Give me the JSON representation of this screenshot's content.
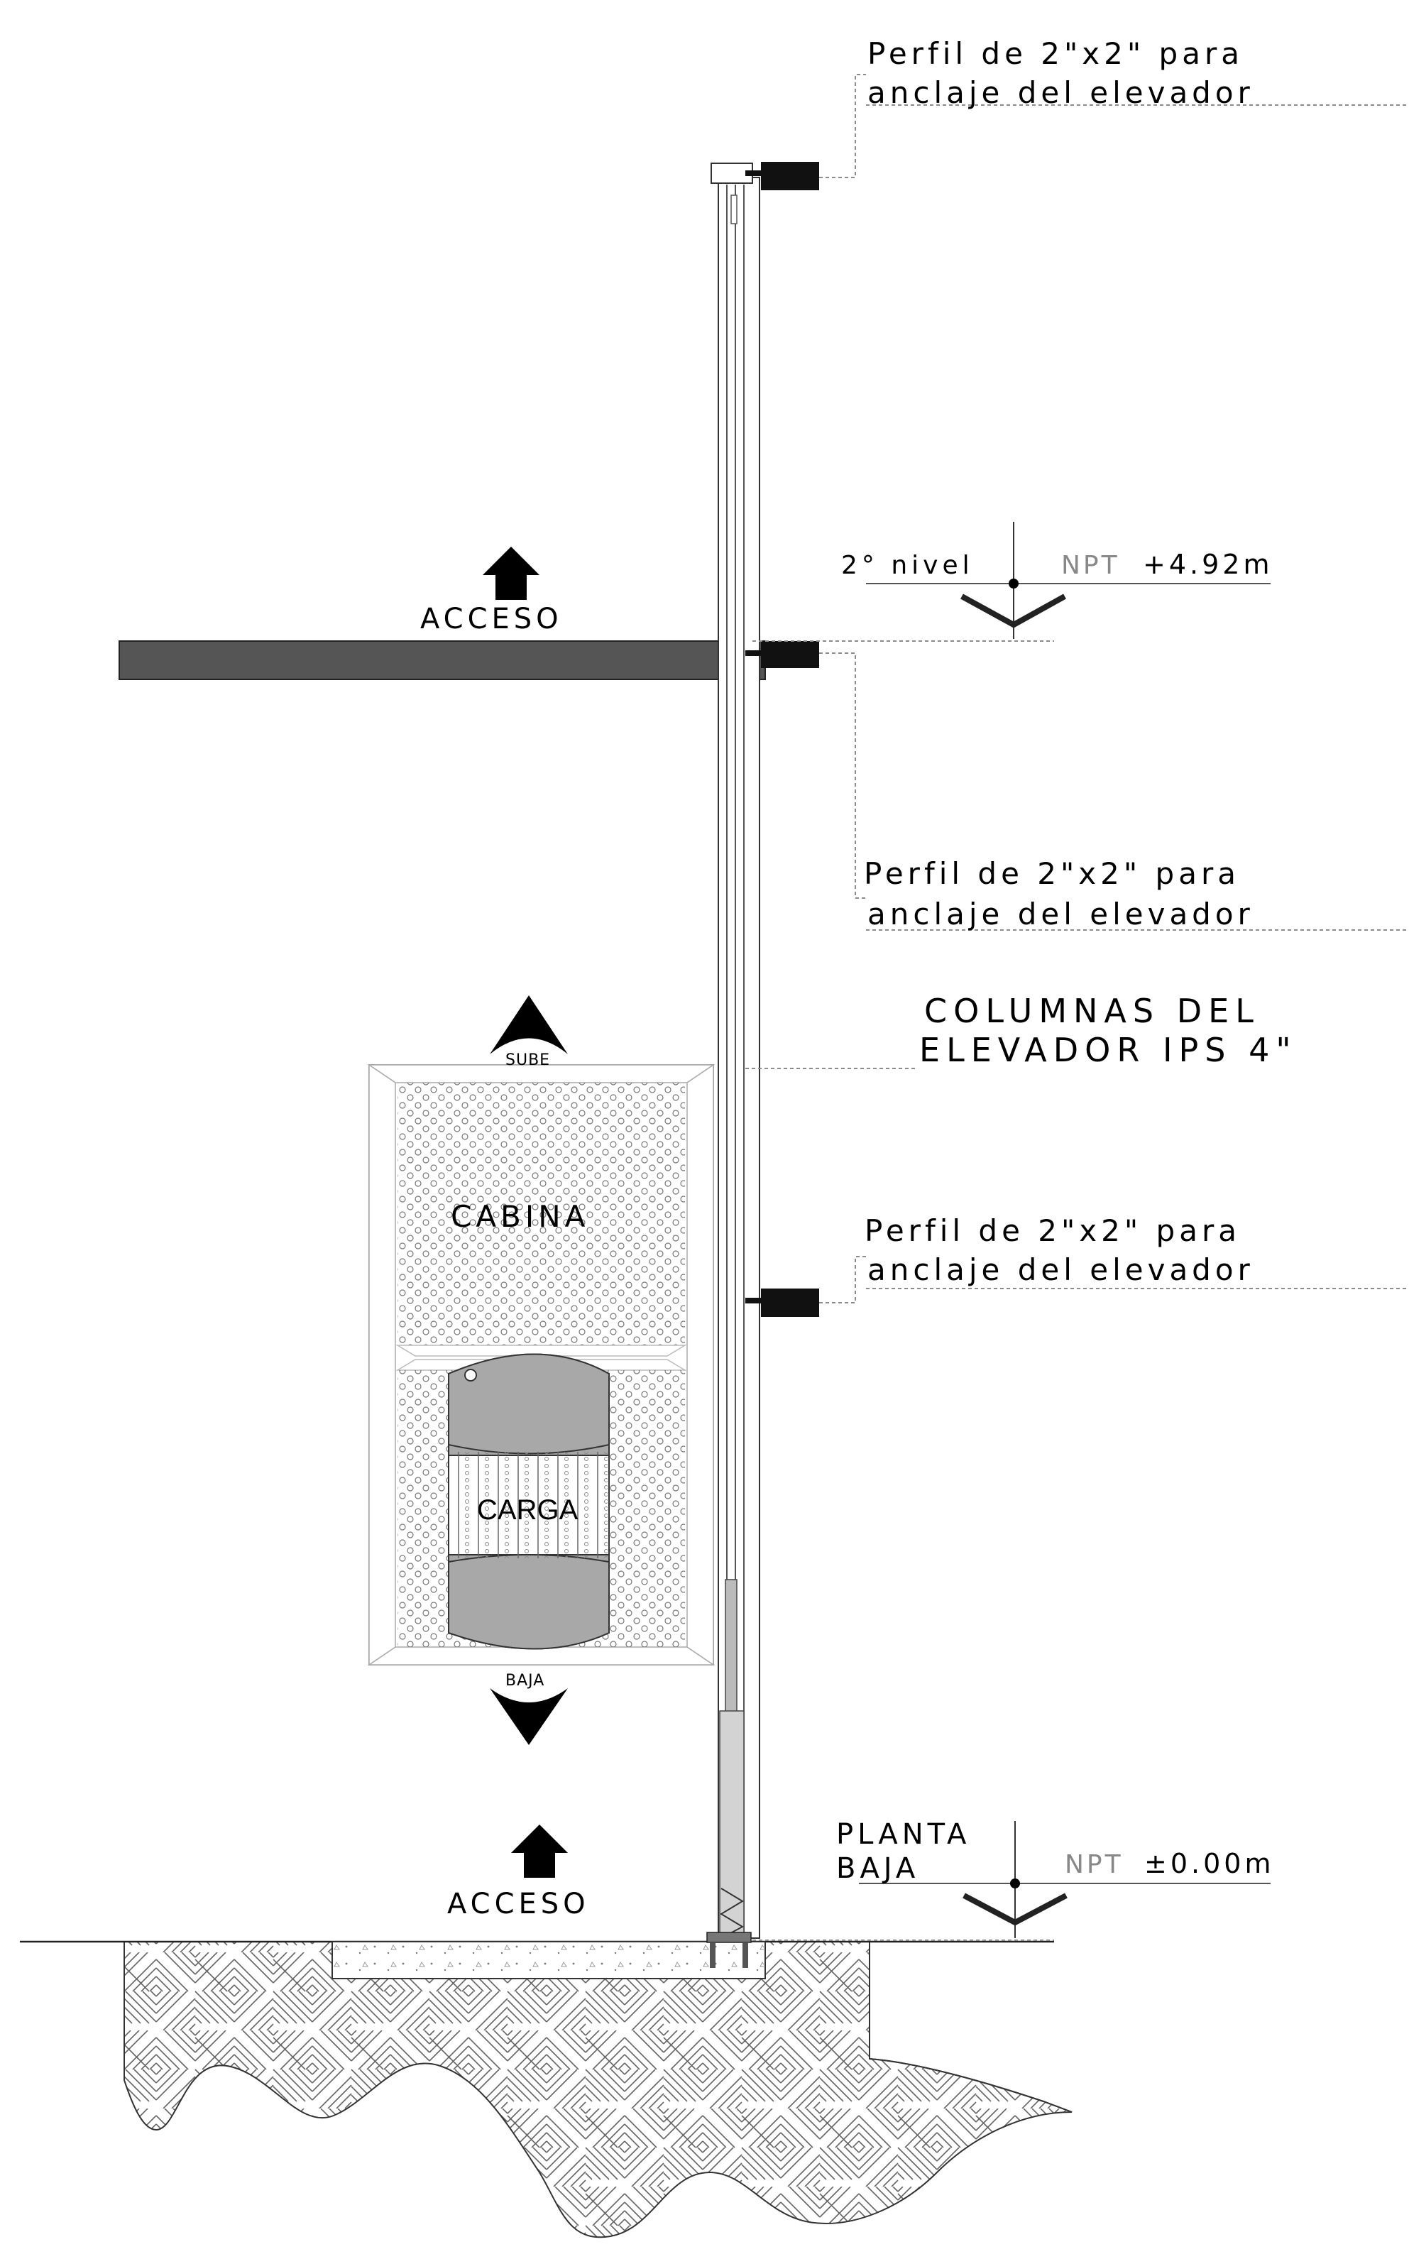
{
  "labels": {
    "anchor_top_1": "Perfil de 2\"x2\" para",
    "anchor_top_2": "anclaje del elevador",
    "anchor_mid_1": "Perfil de 2\"x2\" para",
    "anchor_mid_2": "anclaje del elevador",
    "anchor_low_1": "Perfil de 2\"x2\" para",
    "anchor_low_2": "anclaje del elevador",
    "columns_1": "COLUMNAS DEL",
    "columns_2": "ELEVADOR IPS 4\"",
    "level2_name": "2° nivel",
    "level2_npt": "NPT",
    "level2_value": "+4.92m",
    "ground_name_1": "PLANTA",
    "ground_name_2": "BAJA",
    "ground_npt": "NPT",
    "ground_value": "±0.00m",
    "access_top": "ACCESO",
    "access_bottom": "ACCESO",
    "cabin": "CABINA",
    "cargo": "CARGA",
    "up": "SUBE",
    "down": "BAJA"
  },
  "colors": {
    "slab": "#555555",
    "bracket": "#111111",
    "cargo_band": "#a8a8a8",
    "hatch": "#666666",
    "dashed": "#8c8c8c"
  },
  "icons": {
    "access_top": "arrow-up-icon",
    "access_bottom": "arrow-up-icon",
    "up": "chevron-up-icon",
    "down": "chevron-down-icon"
  }
}
